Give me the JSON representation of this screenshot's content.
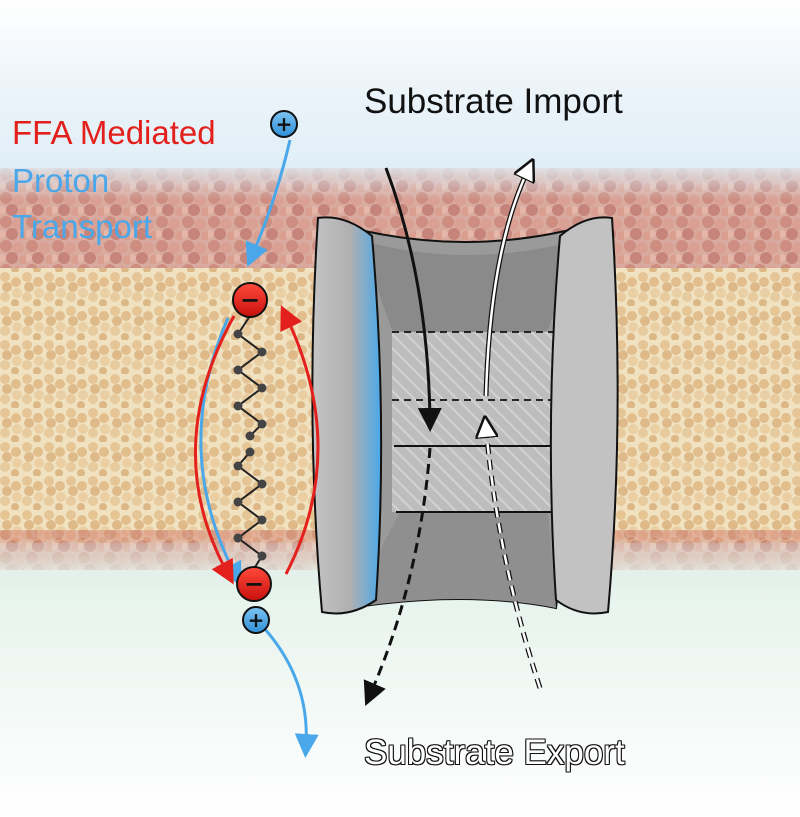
{
  "labels": {
    "ffa_title": "FFA Mediated",
    "ffa_line2": "Proton",
    "ffa_line3": "Transport",
    "substrate_import": "Substrate Import",
    "substrate_export": "Substrate Export"
  },
  "symbols": {
    "plus": "+",
    "minus": "−"
  },
  "colors": {
    "ffa_red": "#e4201c",
    "proton_blue": "#4aa8ea",
    "aqueous_top": "#dfeef7",
    "aqueous_bottom": "#d7eee4",
    "lipid_head": "#c97a6e",
    "lipid_tail": "#e9c48e",
    "transporter_gray": "#b8b8b8"
  },
  "icons": {
    "cation": "plus-circle-icon",
    "anion": "minus-circle-icon"
  }
}
